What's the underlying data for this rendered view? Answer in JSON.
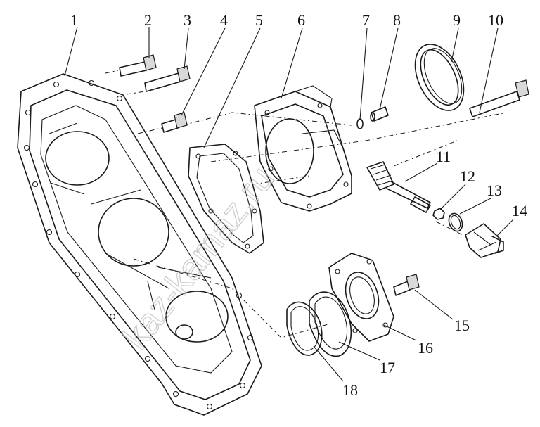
{
  "callouts": [
    {
      "label": "1"
    },
    {
      "label": "2"
    },
    {
      "label": "3"
    },
    {
      "label": "4"
    },
    {
      "label": "5"
    },
    {
      "label": "6"
    },
    {
      "label": "7"
    },
    {
      "label": "8"
    },
    {
      "label": "9"
    },
    {
      "label": "10"
    },
    {
      "label": "11"
    },
    {
      "label": "12"
    },
    {
      "label": "13"
    },
    {
      "label": "14"
    },
    {
      "label": "15"
    },
    {
      "label": "16"
    },
    {
      "label": "17"
    },
    {
      "label": "18"
    }
  ],
  "watermark": "kaz-kamaz.ru",
  "colors": {
    "line": "#1a1a1a",
    "shade": "#d9d9d9",
    "watermark": "#b9b9b9"
  }
}
